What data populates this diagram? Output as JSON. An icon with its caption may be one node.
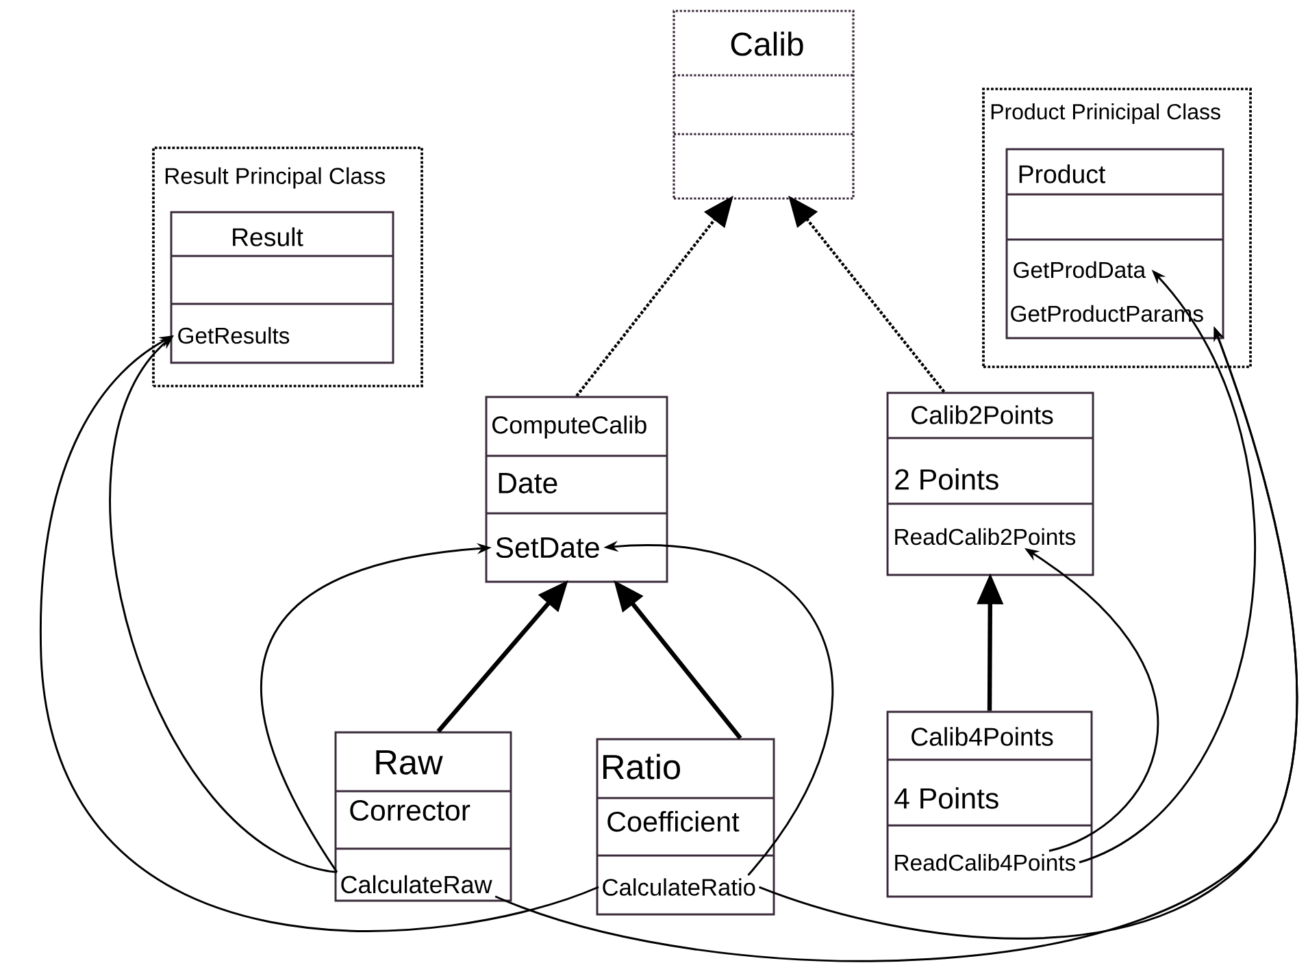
{
  "diagram": {
    "nodes": [
      {
        "text": [
          "Calib"
        ]
      },
      {
        "text": [
          "Product Prinicipal Class"
        ]
      },
      {
        "text": [
          "Product"
        ],
        "in": 1
      },
      {
        "text": [
          "GetProdData"
        ],
        "in": 2
      },
      {
        "text": [
          "GetProductParams"
        ],
        "in": 2
      },
      {
        "text": [
          "Result Principal Class"
        ]
      },
      {
        "text": [
          "Result"
        ],
        "in": 5
      },
      {
        "text": [
          "GetResults"
        ],
        "in": 6
      },
      {
        "text": [
          "ComputeCalib",
          "Date"
        ]
      },
      {
        "text": [
          "SetDate"
        ],
        "in": 8
      },
      {
        "text": [
          "Calib2Points",
          "2 Points"
        ]
      },
      {
        "text": [
          "ReadCalib2Points"
        ],
        "in": 10
      },
      {
        "text": [
          "Raw",
          "Corrector"
        ]
      },
      {
        "text": [
          "CalculateRaw"
        ],
        "in": 12
      },
      {
        "text": [
          "Ratio",
          "Coefficient"
        ]
      },
      {
        "text": [
          "CalculateRatio"
        ],
        "in": 14
      },
      {
        "text": [
          "Calib4Points",
          "4 Points"
        ]
      },
      {
        "text": [
          "ReadCalib4Points"
        ],
        "in": 16
      }
    ],
    "edges": [
      {
        "from": 8,
        "to": 0,
        "arrow": "to",
        "style": "dashed"
      },
      {
        "from": 10,
        "to": 0,
        "arrow": "to",
        "style": "dashed"
      },
      {
        "from": 12,
        "to": 8,
        "arrow": "to",
        "style": "thick"
      },
      {
        "from": 14,
        "to": 8,
        "arrow": "to",
        "style": "thick"
      },
      {
        "from": 16,
        "to": 10,
        "arrow": "to",
        "style": "thick"
      },
      {
        "from": 13,
        "to": 9,
        "arrow": "to"
      },
      {
        "from": 15,
        "to": 9,
        "arrow": "to"
      },
      {
        "from": 13,
        "to": 7,
        "arrow": "to"
      },
      {
        "from": 15,
        "to": 7,
        "arrow": "to"
      },
      {
        "from": 13,
        "to": 4,
        "arrow": "to"
      },
      {
        "from": 15,
        "to": 4,
        "arrow": "to"
      },
      {
        "from": 17,
        "to": 11,
        "arrow": "to"
      },
      {
        "from": 17,
        "to": 3,
        "arrow": "to"
      }
    ]
  }
}
